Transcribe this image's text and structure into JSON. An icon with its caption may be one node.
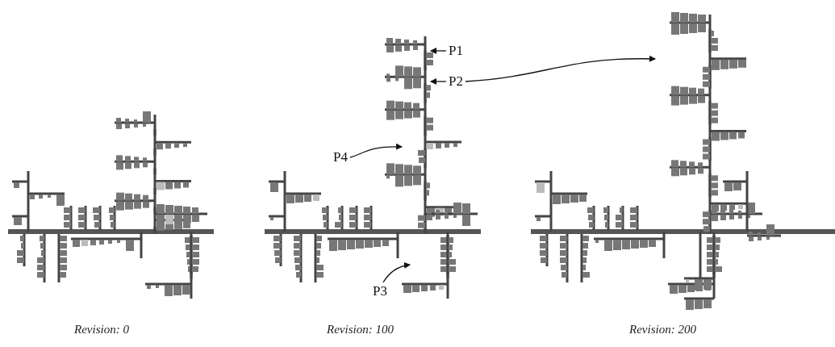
{
  "diagram": {
    "nodes": [
      {
        "text": [
          "P1"
        ]
      },
      {
        "text": [
          "P2"
        ]
      },
      {
        "text": [
          "P3"
        ]
      },
      {
        "text": [
          "P4"
        ]
      }
    ],
    "edges": [
      {
        "from": 0,
        "to": null,
        "arrow": "to"
      },
      {
        "from": 1,
        "to": null,
        "arrow": "to"
      },
      {
        "from": 1,
        "to": null,
        "arrow": "to"
      },
      {
        "from": 2,
        "to": null,
        "arrow": "to"
      },
      {
        "from": 3,
        "to": null,
        "arrow": "to"
      }
    ],
    "labels": [
      "Revision: 0",
      "Revision: 100",
      "Revision: 200"
    ]
  }
}
